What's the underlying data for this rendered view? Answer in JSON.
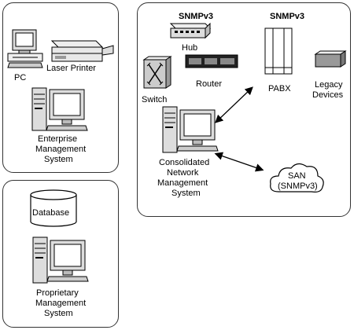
{
  "panels": {
    "enterprise": {
      "pc": "PC",
      "printer": "Laser Printer",
      "system": [
        "Enterprise",
        "Management",
        "System"
      ]
    },
    "proprietary": {
      "database": "Database",
      "system": [
        "Proprietary",
        "Management",
        "System"
      ]
    },
    "consolidated": {
      "snmp_left": "SNMPv3",
      "snmp_right": "SNMPv3",
      "hub": "Hub",
      "router": "Router",
      "switch": "Switch",
      "pabx": "PABX",
      "legacy": [
        "Legacy",
        "Devices"
      ],
      "system": [
        "Consolidated",
        "Network",
        "Management",
        "System"
      ],
      "san": [
        "SAN",
        "(SNMPv3)"
      ]
    }
  }
}
